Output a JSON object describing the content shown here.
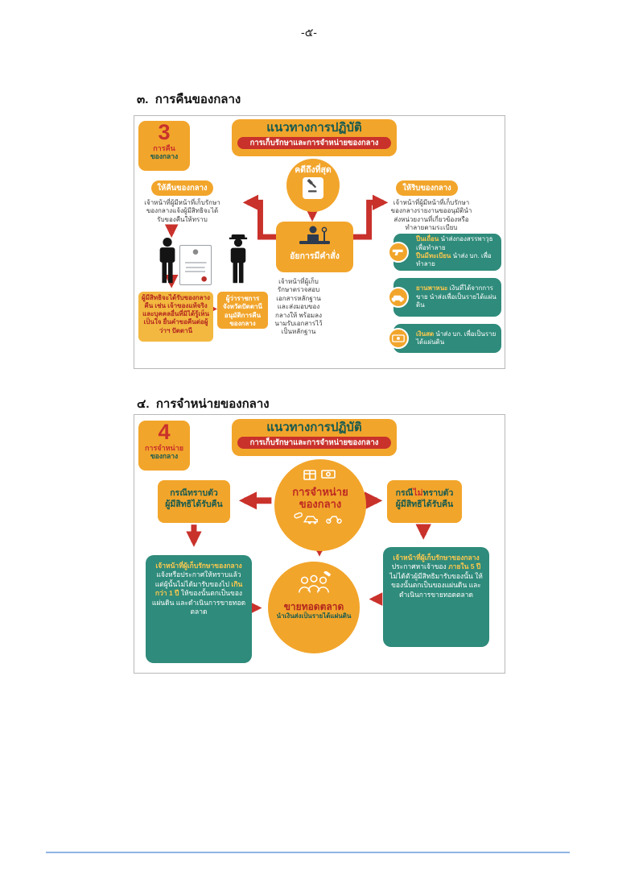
{
  "page": {
    "number": "-๕-"
  },
  "colors": {
    "orange": "#F2A52B",
    "red": "#C9312B",
    "teal": "#2F8B7B",
    "dark_green": "#175A4F",
    "footer_rule_blue": "#8EB4E3"
  },
  "icons": {
    "gavel-icon": "gavel on block",
    "prosecutor-desk-icon": "official at desk with scales",
    "person-icon": "standing person silhouette",
    "police-officer-icon": "police officer silhouette",
    "certificate-icon": "official document sheet",
    "gun-icon": "pistol",
    "car-icon": "car",
    "cash-icon": "banknote",
    "money-parcel-icon": "cash bundle and parcel",
    "vehicles-pills-icon": "pills, car and motorcycle",
    "auction-people-icon": "crowd with auction gavel"
  },
  "sec3": {
    "heading": "๓.  การคืนของกลาง",
    "badge": {
      "number": "3",
      "title1": "การคืน",
      "title2": "ของกลาง"
    },
    "header": {
      "title": "แนวทางการปฏิบัติ",
      "subtitle": "การเก็บรักษาและการจำหน่ายของกลาง"
    },
    "final_case": "คดีถึงที่สุด",
    "prosecutor_order": "อัยการมีคำสั่ง",
    "return_pill": "ให้คืนของกลาง",
    "return_text": "เจ้าหน้าที่ผู้มีหน้าที่เก็บรักษาของกลางแจ้งผู้มีสิทธิจะได้รับของคืนให้ทราบ",
    "forfeit_pill": "ให้ริบของกลาง",
    "forfeit_text": "เจ้าหน้าที่ผู้มีหน้าที่เก็บรักษาของกลางรายงานขออนุมัตินำส่งหน่วยงานที่เกี่ยวข้องหรือทำลายตามระเบียบ",
    "rights_box": "ผู้มีสิทธิจะได้รับของกลางคืน เช่น เจ้าของแท้จริง และบุคคลอื่นที่มิได้รู้เห็นเป็นใจ ยื่นคำขอคืนต่อผู้ว่าฯ ปัตตานี",
    "governor_box": "ผู้ว่าราชการจังหวัดปัตตานี อนุมัติการคืนของกลาง",
    "officer_text": "เจ้าหน้าที่ผู้เก็บรักษาตรวจสอบเอกสารหลักฐาน และส่งมอบของกลางให้ พร้อมลงนามรับเอกสารไว้เป็นหลักฐาน",
    "teal1": {
      "h1": "ปืนเถื่อน",
      "t1": " นำส่งกองสรรพาวุธ เพื่อทำลาย",
      "h2": "ปืนมีทะเบียน",
      "t2": " นำส่ง บก. เพื่อทำลาย"
    },
    "teal2": {
      "h1": "ยานพาหนะ",
      "t1": " เงินที่ได้จากการขาย นำส่งเพื่อเป็นรายได้แผ่นดิน"
    },
    "teal3": {
      "h1": "เงินสด",
      "t1": " นำส่ง บก. เพื่อเป็นรายได้แผ่นดิน"
    }
  },
  "sec4": {
    "heading": "๔.  การจำหน่ายของกลาง",
    "badge": {
      "number": "4",
      "title1": "การจำหน่าย",
      "title2": "ของกลาง"
    },
    "header": {
      "title": "แนวทางการปฏิบัติ",
      "subtitle": "การเก็บรักษาและการจำหน่ายของกลาง"
    },
    "center": {
      "line1": "การจำหน่าย",
      "line2": "ของกลาง"
    },
    "known_case": {
      "line1": "กรณีทราบตัว",
      "line2": "ผู้มีสิทธิได้รับคืน"
    },
    "unknown_case": {
      "pre": "กรณี",
      "not": "ไม่",
      "post": "ทราบตัว",
      "line2": "ผู้มีสิทธิได้รับคืน"
    },
    "known_detail": {
      "s1": "เจ้าหน้าที่ผู้เก็บรักษาของกลาง",
      "s2": " แจ้งหรือประกาศให้ทราบแล้ว แต่ผู้นั้นไม่ได้มารับของไป ",
      "s3": "เกินกว่า 1 ปี",
      "s4": " ให้ของนั้นตกเป็นของแผ่นดิน และดำเนินการขายทอดตลาด"
    },
    "unknown_detail": {
      "s1": "เจ้าหน้าที่ผู้เก็บรักษาของกลาง",
      "s2": " ประกาศหาเจ้าของ ",
      "s3": "ภายใน 5 ปี",
      "s4": " ไม่ได้ตัวผู้มีสิทธิมารับของนั้น ให้ของนั้นตกเป็นของแผ่นดิน และดำเนินการขายทอดตลาด"
    },
    "auction": {
      "title": "ขายทอดตลาด",
      "subtitle": "นำเงินส่งเป็นรายได้แผ่นดิน"
    }
  }
}
